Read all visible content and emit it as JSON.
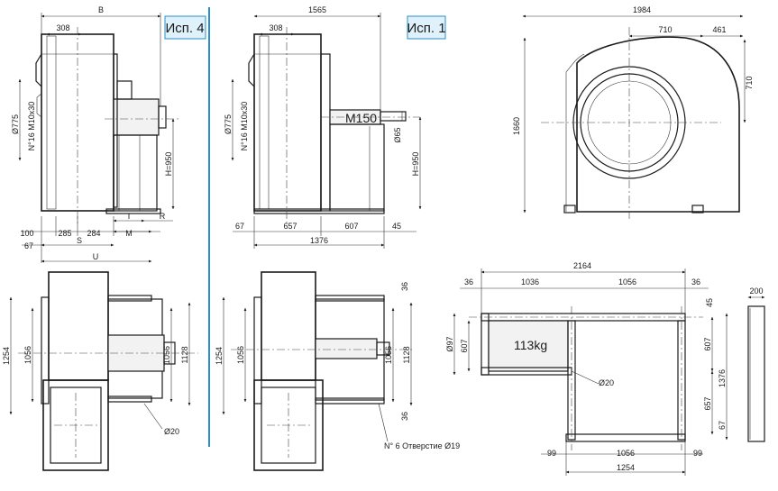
{
  "badges": {
    "isp4": "Исп. 4",
    "isp1": "Исп. 1"
  },
  "accent_color": "#2a8fc9",
  "badge_bg": "#dff1fa",
  "view_a": {
    "top": {
      "B": "B",
      "d308": "308",
      "d775": "Ø775",
      "holes": "N°16 M10x30",
      "H": "H=950",
      "d100": "100",
      "d285": "285",
      "d284": "284",
      "d67": "67",
      "I": "I",
      "R": "R",
      "M": "M",
      "S": "S",
      "U": "U"
    },
    "bottom": {
      "d1254": "1254",
      "d1056": "1056",
      "d1056r": "1056",
      "d1128": "1128",
      "d20": "Ø20"
    }
  },
  "view_b": {
    "top": {
      "d1565": "1565",
      "d308": "308",
      "d775": "Ø775",
      "holes": "N°16 M10x30",
      "motor": "M150",
      "d65": "Ø65",
      "H": "H=950",
      "d67": "67",
      "d657": "657",
      "d607": "607",
      "d45": "45",
      "d1376": "1376"
    },
    "bottom": {
      "d36a": "36",
      "d36b": "36",
      "d1254": "1254",
      "d1056": "1056",
      "d1056r": "1056",
      "d1128": "1128",
      "note": "N° 6 Отверстие Ø19"
    }
  },
  "view_c": {
    "d1984": "1984",
    "d710": "710",
    "d461": "461",
    "d710v": "710",
    "d1660": "1660"
  },
  "view_d": {
    "d2164": "2164",
    "d36a": "36",
    "d1036": "1036",
    "d1056": "1056",
    "d36b": "36",
    "d45": "45",
    "d697": "Ø97",
    "d607": "607",
    "weight": "113kg",
    "d607r": "607",
    "d1376": "1376",
    "d20": "Ø20",
    "d657": "657",
    "d67": "67",
    "d99a": "99",
    "d1056b": "1056",
    "d99b": "99",
    "d1254": "1254"
  },
  "view_e": {
    "d200": "200"
  }
}
